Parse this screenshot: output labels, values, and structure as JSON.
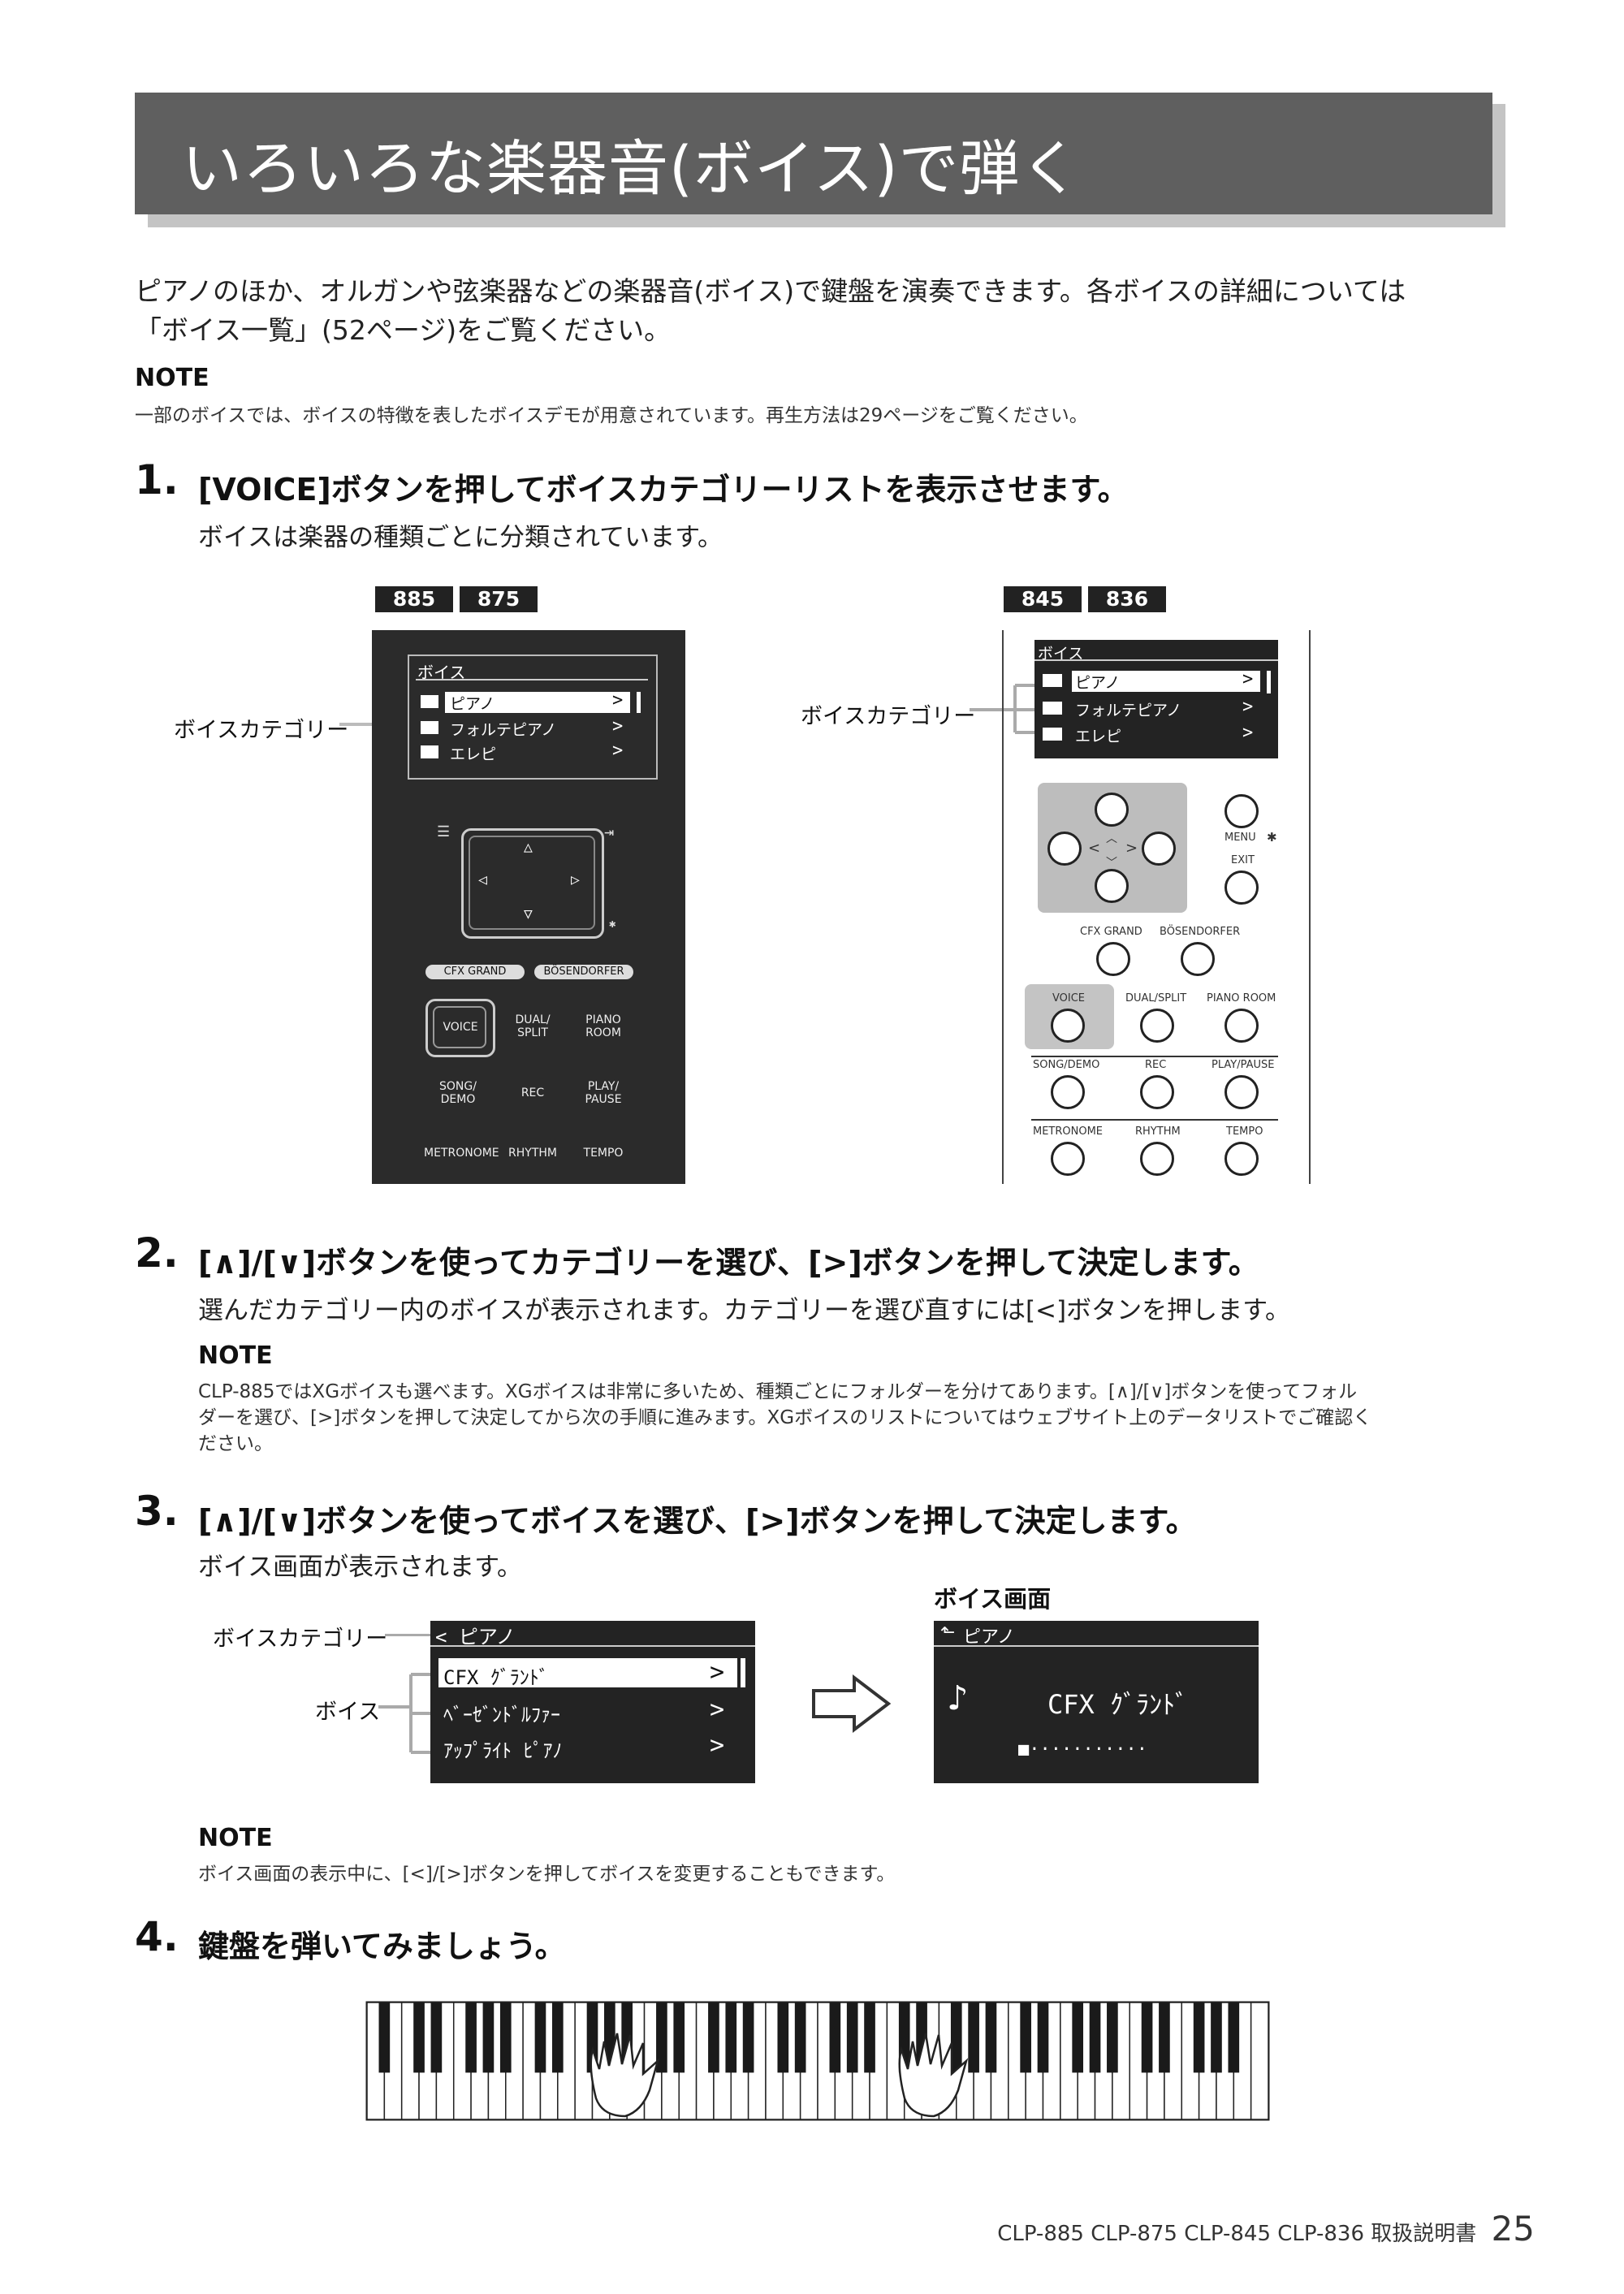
{
  "header": {
    "title": "いろいろな楽器音(ボイス)で弾く"
  },
  "intro": {
    "line1": "ピアノのほか、オルガンや弦楽器などの楽器音(ボイス)で鍵盤を演奏できます。各ボイスの詳細については",
    "line2": "「ボイス一覧」(52ページ)をご覧ください。"
  },
  "note1": {
    "heading": "NOTE",
    "text": "一部のボイスでは、ボイスの特徴を表したボイスデモが用意されています。再生方法は29ページをご覧ください。"
  },
  "step1": {
    "num": "1.",
    "text": "[VOICE]ボタンを押してボイスカテゴリーリストを表示させます。",
    "sub": "ボイスは楽器の種類ごとに分類されています。"
  },
  "panel_left": {
    "models": [
      "885",
      "875"
    ],
    "callout": "ボイスカテゴリー",
    "lcd_title": "ボイス",
    "categories": [
      "ピアノ",
      "フォルテピアノ",
      "エレピ"
    ],
    "arrow": ">",
    "cursor_up": "△",
    "cursor_down": "▽",
    "cursor_left": "◁",
    "cursor_right": "▷",
    "menu_icon": "☰",
    "exit_icon": "⇥",
    "bt_icon": "✱",
    "buttons": {
      "cfx": "CFX GRAND",
      "bos": "BÖSENDORFER",
      "voice": "VOICE",
      "dual1": "DUAL/",
      "dual2": "SPLIT",
      "piano1": "PIANO",
      "piano2": "ROOM",
      "song1": "SONG/",
      "song2": "DEMO",
      "rec": "REC",
      "play1": "PLAY/",
      "play2": "PAUSE",
      "metronome": "METRONOME",
      "rhythm": "RHYTHM",
      "tempo": "TEMPO"
    }
  },
  "panel_right": {
    "models": [
      "845",
      "836"
    ],
    "callout": "ボイスカテゴリー",
    "lcd_title": "ボイス",
    "categories": [
      "ピアノ",
      "フォルテピアノ",
      "エレピ"
    ],
    "arrow": ">",
    "nav_left": "<",
    "nav_right": ">",
    "nav_up": "︿",
    "nav_down": "﹀",
    "buttons": {
      "menu": "MENU",
      "bt": "✱",
      "exit": "EXIT",
      "cfx": "CFX GRAND",
      "bos": "BÖSENDORFER",
      "voice": "VOICE",
      "dual": "DUAL/SPLIT",
      "piano": "PIANO ROOM",
      "song": "SONG/DEMO",
      "rec": "REC",
      "play": "PLAY/PAUSE",
      "metronome": "METRONOME",
      "rhythm": "RHYTHM",
      "tempo": "TEMPO"
    }
  },
  "step2": {
    "num": "2.",
    "text": "[∧]/[∨]ボタンを使ってカテゴリーを選び、[>]ボタンを押して決定します。",
    "sub": "選んだカテゴリー内のボイスが表示されます。カテゴリーを選び直すには[<]ボタンを押します。"
  },
  "note2": {
    "heading": "NOTE",
    "line1": "CLP-885ではXGボイスも選べます。XGボイスは非常に多いため、種類ごとにフォルダーを分けてあります。[∧]/[∨]ボタンを使ってフォル",
    "line2": "ダーを選び、[>]ボタンを押して決定してから次の手順に進みます。XGボイスのリストについてはウェブサイト上のデータリストでご確認く",
    "line3": "ださい。"
  },
  "step3": {
    "num": "3.",
    "text": "[∧]/[∨]ボタンを使ってボイスを選び、[>]ボタンを押して決定します。",
    "sub": "ボイス画面が表示されます。"
  },
  "voice_list": {
    "callout_category": "ボイスカテゴリー",
    "callout_voice": "ボイス",
    "header": "< ピアノ",
    "voices": [
      "CFX ｸﾞﾗﾝﾄﾞ",
      "ﾍﾞｰｾﾞﾝﾄﾞﾙﾌｧｰ",
      "ｱｯﾌﾟﾗｲﾄ ﾋﾟｱﾉ"
    ],
    "arrow": ">"
  },
  "voice_screen": {
    "caption": "ボイス画面",
    "header": "ピアノ",
    "voice": "CFX ｸﾞﾗﾝﾄﾞ",
    "dots": "■···········",
    "piano_icon": "♪"
  },
  "note3": {
    "heading": "NOTE",
    "text": "ボイス画面の表示中に、[<]/[>]ボタンを押してボイスを変更することもできます。"
  },
  "step4": {
    "num": "4.",
    "text": "鍵盤を弾いてみましょう。"
  },
  "footer": {
    "text": "CLP-885 CLP-875 CLP-845 CLP-836 取扱説明書",
    "page": "25"
  }
}
